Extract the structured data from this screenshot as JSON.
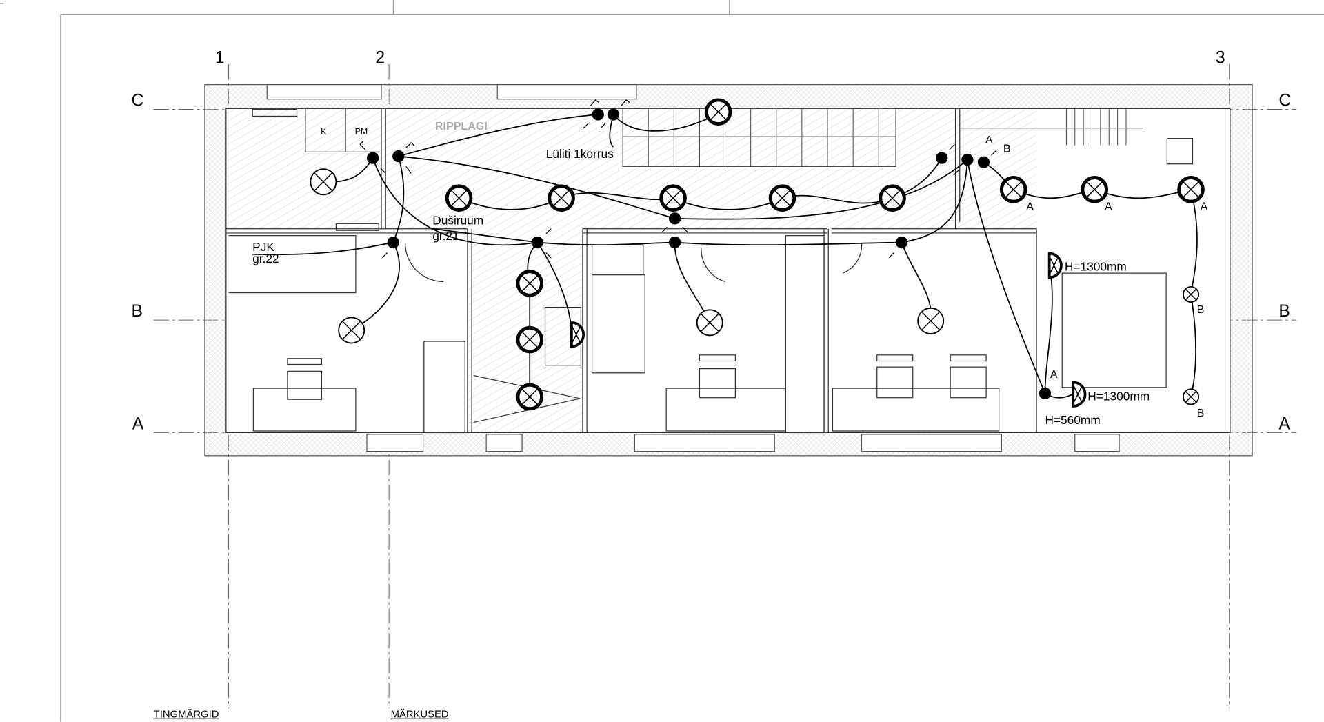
{
  "grid": {
    "cols": [
      "1",
      "2",
      "3"
    ],
    "rows": [
      "C",
      "B",
      "A"
    ]
  },
  "labels": {
    "ceiling": "RIPPLAGI",
    "k": "K",
    "pm": "PM",
    "switch_floor1": "Lüliti 1korrus",
    "shower": "Duširuum",
    "gr21": "gr.21",
    "pjk": "PJK",
    "gr22": "gr.22",
    "h1300a": "H=1300mm",
    "h1300b": "H=1300mm",
    "h560": "H=560mm",
    "a": "A",
    "b": "B"
  },
  "footer": {
    "legend_title": "TINGMÄRGID",
    "notes_title": "MÄRKUSED"
  }
}
